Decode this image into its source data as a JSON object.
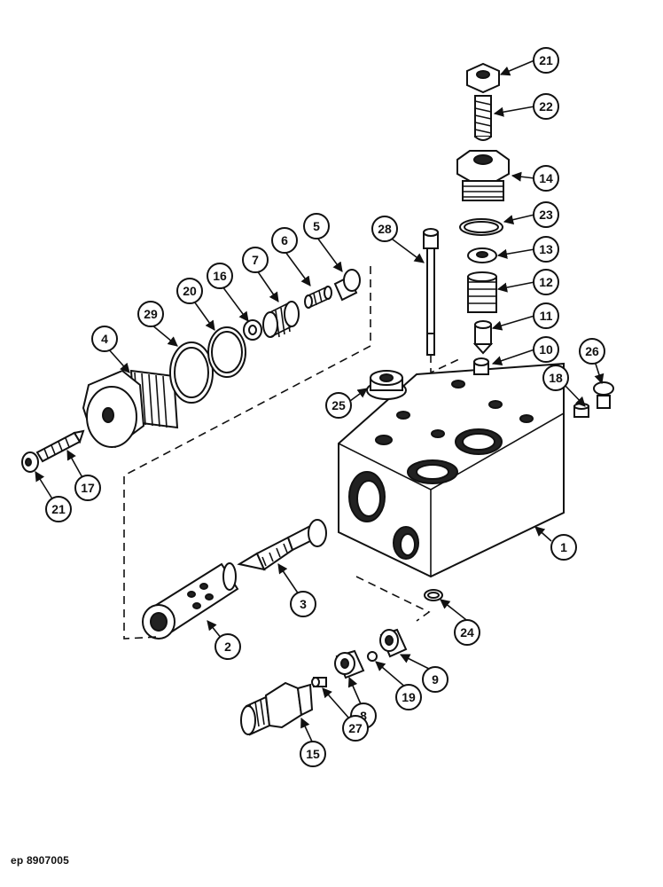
{
  "figure": {
    "reference": "ep 8907005"
  },
  "callouts": [
    "1",
    "2",
    "3",
    "4",
    "5",
    "6",
    "7",
    "8",
    "9",
    "10",
    "11",
    "12",
    "13",
    "14",
    "15",
    "16",
    "17",
    "18",
    "19",
    "20",
    "21",
    "21",
    "22",
    "23",
    "24",
    "25",
    "26",
    "27",
    "28",
    "29"
  ]
}
